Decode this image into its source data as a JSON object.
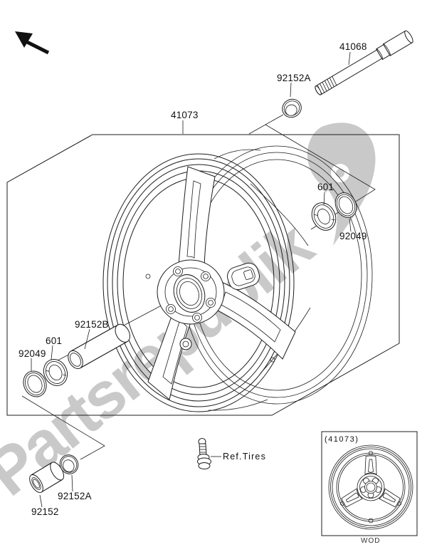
{
  "watermark": {
    "text": "Partsrepublik",
    "color": "#c9c9c9"
  },
  "parts": {
    "axle": "41068",
    "cap_top": "92152A",
    "wheel": "41073",
    "bearing_right": "601",
    "seal_right": "92049",
    "spacer_tube": "92152B",
    "bearing_left": "601",
    "seal_left": "92049",
    "ring_bottom": "92152A",
    "collar_bottom": "92152",
    "tires_ref": "Ref.Tires"
  },
  "inset": {
    "title": "(41073)",
    "code": "WOD"
  },
  "colors": {
    "line": "#1d1d1d",
    "watermark": "#c9c9c9",
    "background": "#ffffff"
  }
}
